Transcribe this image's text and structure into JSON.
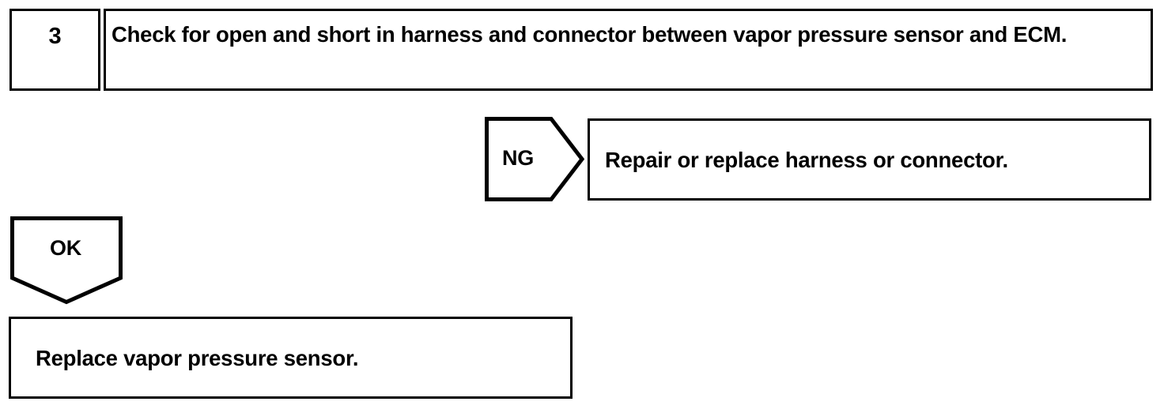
{
  "document": {
    "type": "diagnostic-flowchart",
    "background_color": "#ffffff",
    "line_color": "#000000"
  },
  "step": {
    "number": "3",
    "instruction": "Check for open and short in harness and connector between vapor pressure sensor and ECM."
  },
  "branches": {
    "ng": {
      "label": "NG",
      "result": "Repair or replace harness or connector."
    },
    "ok": {
      "label": "OK",
      "result": "Replace vapor pressure sensor."
    }
  }
}
